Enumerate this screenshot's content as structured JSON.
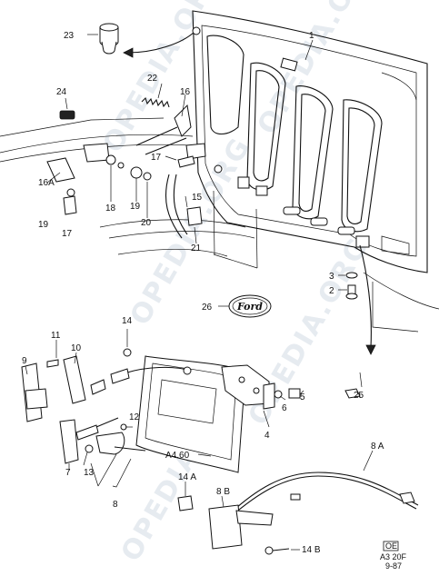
{
  "watermark": "OPEDIA.ORG",
  "watermark_repeat": [
    "OPEDIA.ORG",
    "OPEDIA.ORG",
    "OPEDIA.ORG",
    "OPEDIA.ORG",
    "OPEDIA.ORG"
  ],
  "brand_logo_text": "Ford",
  "reference_code": "A4.60",
  "corner_box": {
    "label": "OE",
    "code": "A3 20F",
    "date": "9-87"
  },
  "callouts": {
    "c1": "1",
    "c2": "2",
    "c3": "3",
    "c4": "4",
    "c5": "5",
    "c6": "6",
    "c7": "7",
    "c8": "8",
    "c8a": "8 A",
    "c8b": "8 B",
    "c9": "9",
    "c10": "10",
    "c11": "11",
    "c12": "12",
    "c13": "13",
    "c14": "14",
    "c14a": "14 A",
    "c14b": "14 B",
    "c15": "15",
    "c16": "16",
    "c16a": "16A",
    "c17": "17",
    "c17b": "17",
    "c18": "18",
    "c19": "19",
    "c19b": "19",
    "c20": "20",
    "c21": "21",
    "c22": "22",
    "c23": "23",
    "c24": "24",
    "c25": "25",
    "c26": "26"
  }
}
